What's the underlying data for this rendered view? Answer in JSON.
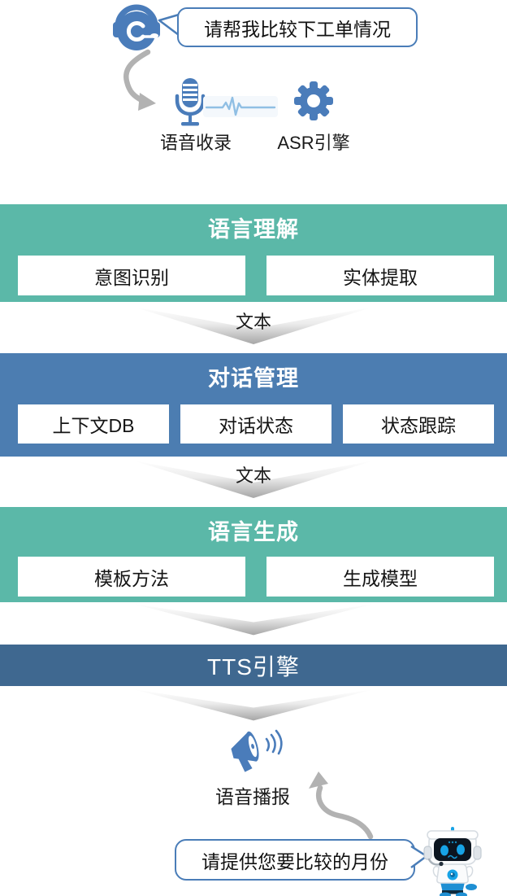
{
  "user": {
    "bubble_text": "请帮我比较下工单情况"
  },
  "asr_stage": {
    "mic_label": "语音收录",
    "engine_label": "ASR引擎"
  },
  "blocks": {
    "nlu": {
      "title": "语言理解",
      "items": [
        "意图识别",
        "实体提取"
      ]
    },
    "dm": {
      "title": "对话管理",
      "items": [
        "上下文DB",
        "对话状态",
        "状态跟踪"
      ]
    },
    "nlg": {
      "title": "语言生成",
      "items": [
        "模板方法",
        "生成模型"
      ]
    }
  },
  "connectors": {
    "nlu_to_dm": "文本",
    "dm_to_nlg": "文本"
  },
  "tts": {
    "title": "TTS引擎"
  },
  "output_stage": {
    "broadcast_label": "语音播报"
  },
  "bot": {
    "bubble_text": "请提供您要比较的月份"
  },
  "icons": [
    "headset-agent-icon",
    "microphone-icon",
    "waveform-icon",
    "gear-icon",
    "megaphone-icon",
    "robot-icon",
    "curved-arrow-down-icon",
    "curved-arrow-up-icon"
  ],
  "colors": {
    "teal": "#5bb8a8",
    "blue": "#4c7db1",
    "dark_blue": "#3f6890",
    "icon_blue": "#4a7cba",
    "arrow_gray": "#b2b2b2",
    "bubble_border": "#4a7db8"
  }
}
